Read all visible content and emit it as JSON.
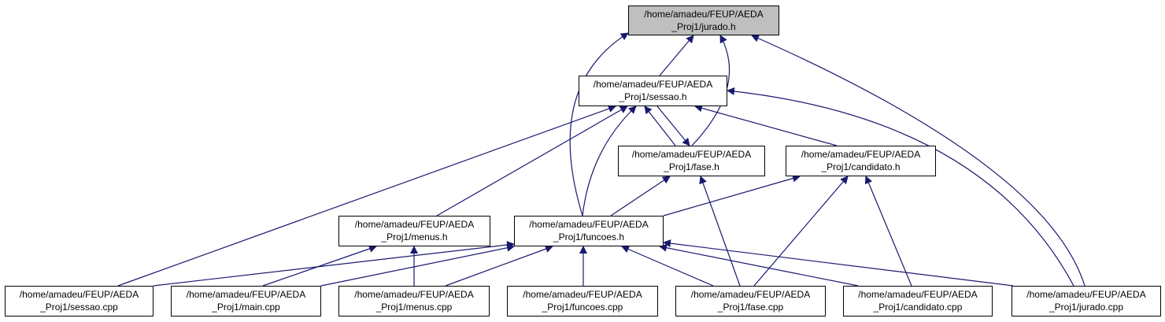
{
  "colors": {
    "edge": "#191970",
    "focus_fill": "#bfbfbf",
    "node_fill": "#ffffff",
    "border": "#000000"
  },
  "nodes": {
    "jurado_h": {
      "line1": "/home/amadeu/FEUP/AEDA",
      "line2": "_Proj1/jurado.h"
    },
    "sessao_h": {
      "line1": "/home/amadeu/FEUP/AEDA",
      "line2": "_Proj1/sessao.h"
    },
    "fase_h": {
      "line1": "/home/amadeu/FEUP/AEDA",
      "line2": "_Proj1/fase.h"
    },
    "candidato_h": {
      "line1": "/home/amadeu/FEUP/AEDA",
      "line2": "_Proj1/candidato.h"
    },
    "menus_h": {
      "line1": "/home/amadeu/FEUP/AEDA",
      "line2": "_Proj1/menus.h"
    },
    "funcoes_h": {
      "line1": "/home/amadeu/FEUP/AEDA",
      "line2": "_Proj1/funcoes.h"
    },
    "sessao_cpp": {
      "line1": "/home/amadeu/FEUP/AEDA",
      "line2": "_Proj1/sessao.cpp"
    },
    "main_cpp": {
      "line1": "/home/amadeu/FEUP/AEDA",
      "line2": "_Proj1/main.cpp"
    },
    "menus_cpp": {
      "line1": "/home/amadeu/FEUP/AEDA",
      "line2": "_Proj1/menus.cpp"
    },
    "funcoes_cpp": {
      "line1": "/home/amadeu/FEUP/AEDA",
      "line2": "_Proj1/funcoes.cpp"
    },
    "fase_cpp": {
      "line1": "/home/amadeu/FEUP/AEDA",
      "line2": "_Proj1/fase.cpp"
    },
    "candidato_cpp": {
      "line1": "/home/amadeu/FEUP/AEDA",
      "line2": "_Proj1/candidato.cpp"
    },
    "jurado_cpp": {
      "line1": "/home/amadeu/FEUP/AEDA",
      "line2": "_Proj1/jurado.cpp"
    }
  },
  "edges": [
    {
      "from": "sessao_h",
      "to": "jurado_h"
    },
    {
      "from": "fase_h",
      "to": "jurado_h"
    },
    {
      "from": "funcoes_h",
      "to": "jurado_h"
    },
    {
      "from": "jurado_cpp",
      "to": "jurado_h"
    },
    {
      "from": "fase_h",
      "to": "sessao_h"
    },
    {
      "from": "sessao_h",
      "to": "fase_h"
    },
    {
      "from": "candidato_h",
      "to": "sessao_h"
    },
    {
      "from": "funcoes_h",
      "to": "sessao_h"
    },
    {
      "from": "menus_h",
      "to": "sessao_h"
    },
    {
      "from": "sessao_cpp",
      "to": "sessao_h"
    },
    {
      "from": "jurado_cpp",
      "to": "sessao_h"
    },
    {
      "from": "funcoes_h",
      "to": "fase_h"
    },
    {
      "from": "fase_cpp",
      "to": "fase_h"
    },
    {
      "from": "funcoes_h",
      "to": "candidato_h"
    },
    {
      "from": "fase_cpp",
      "to": "candidato_h"
    },
    {
      "from": "candidato_cpp",
      "to": "candidato_h"
    },
    {
      "from": "main_cpp",
      "to": "menus_h"
    },
    {
      "from": "menus_cpp",
      "to": "menus_h"
    },
    {
      "from": "sessao_cpp",
      "to": "funcoes_h"
    },
    {
      "from": "main_cpp",
      "to": "funcoes_h"
    },
    {
      "from": "menus_cpp",
      "to": "funcoes_h"
    },
    {
      "from": "funcoes_cpp",
      "to": "funcoes_h"
    },
    {
      "from": "fase_cpp",
      "to": "funcoes_h"
    },
    {
      "from": "candidato_cpp",
      "to": "funcoes_h"
    },
    {
      "from": "jurado_cpp",
      "to": "funcoes_h"
    }
  ]
}
